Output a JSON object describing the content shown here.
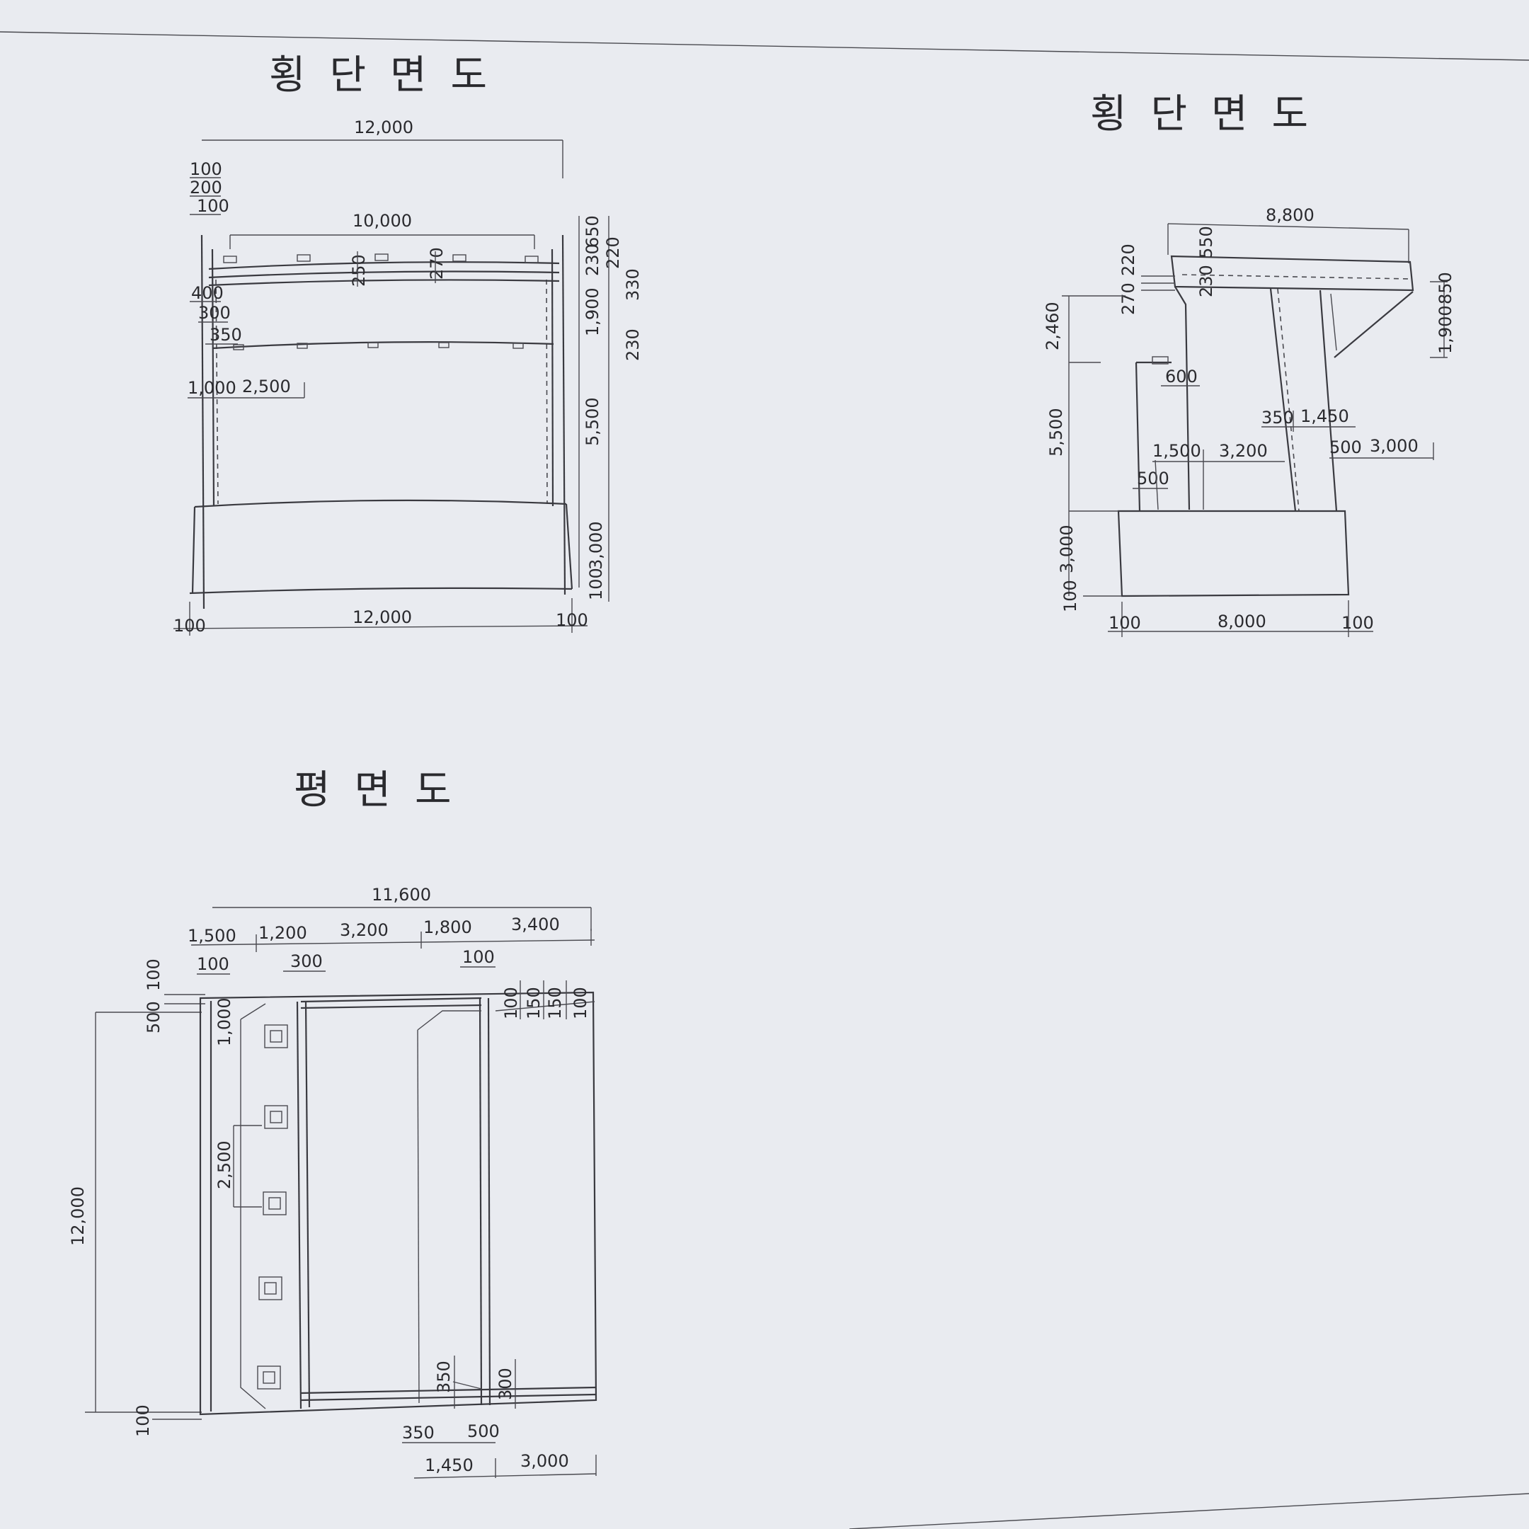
{
  "titles": {
    "left_section": "횡단면도",
    "right_section": "횡단면도",
    "plan": "평면도"
  },
  "left_section_dims": {
    "top_width": "12,000",
    "inner_width": "10,000",
    "bottom_width": "12,000",
    "bottom_left_margin": "100",
    "bottom_right_margin": "100",
    "left_stack_1": "100",
    "left_stack_2": "200",
    "left_stack_3": "100",
    "left_400": "400",
    "left_300": "300",
    "left_350": "350",
    "left_1000": "1,000",
    "left_2500": "2,500",
    "deck_250": "250",
    "deck_270": "270",
    "right_650": "650",
    "right_230a": "230",
    "right_220": "220",
    "right_330": "330",
    "right_1900": "1,900",
    "right_230b": "230",
    "right_5500": "5,500",
    "right_3000": "3,000",
    "right_100": "100"
  },
  "right_section_dims": {
    "top_width": "8,800",
    "left_220": "220",
    "left_270": "270",
    "left_2460": "2,460",
    "left_5500": "5,500",
    "left_3000": "3,000",
    "left_100": "100",
    "deck_550": "550",
    "deck_230": "230",
    "right_850": "850",
    "right_1900": "1,900",
    "dim_600": "600",
    "dim_350": "350",
    "dim_1450": "1,450",
    "dim_1500": "1,500",
    "dim_3200": "3,200",
    "dim_500a": "500",
    "dim_3000": "3,000",
    "dim_500b": "500",
    "bottom_100a": "100",
    "bottom_8000": "8,000",
    "bottom_100b": "100"
  },
  "plan_dims": {
    "total_width": "11,600",
    "seg_1500": "1,500",
    "seg_1200": "1,200",
    "seg_3200": "3,200",
    "seg_1800": "1,800",
    "seg_3400": "3,400",
    "top_100a": "100",
    "top_300": "300",
    "top_100b": "100",
    "left_500": "500",
    "left_100": "100",
    "left_1000": "1,000",
    "left_2500": "2,500",
    "left_12000": "12,000",
    "left_100_bottom": "100",
    "right_100a": "100",
    "right_150": "150",
    "right_150b": "150",
    "right_100b": "100",
    "inner_350": "350",
    "inner_300": "300",
    "bottom_350": "350",
    "bottom_500": "500",
    "bottom_1450": "1,450",
    "bottom_3000": "3,000"
  }
}
